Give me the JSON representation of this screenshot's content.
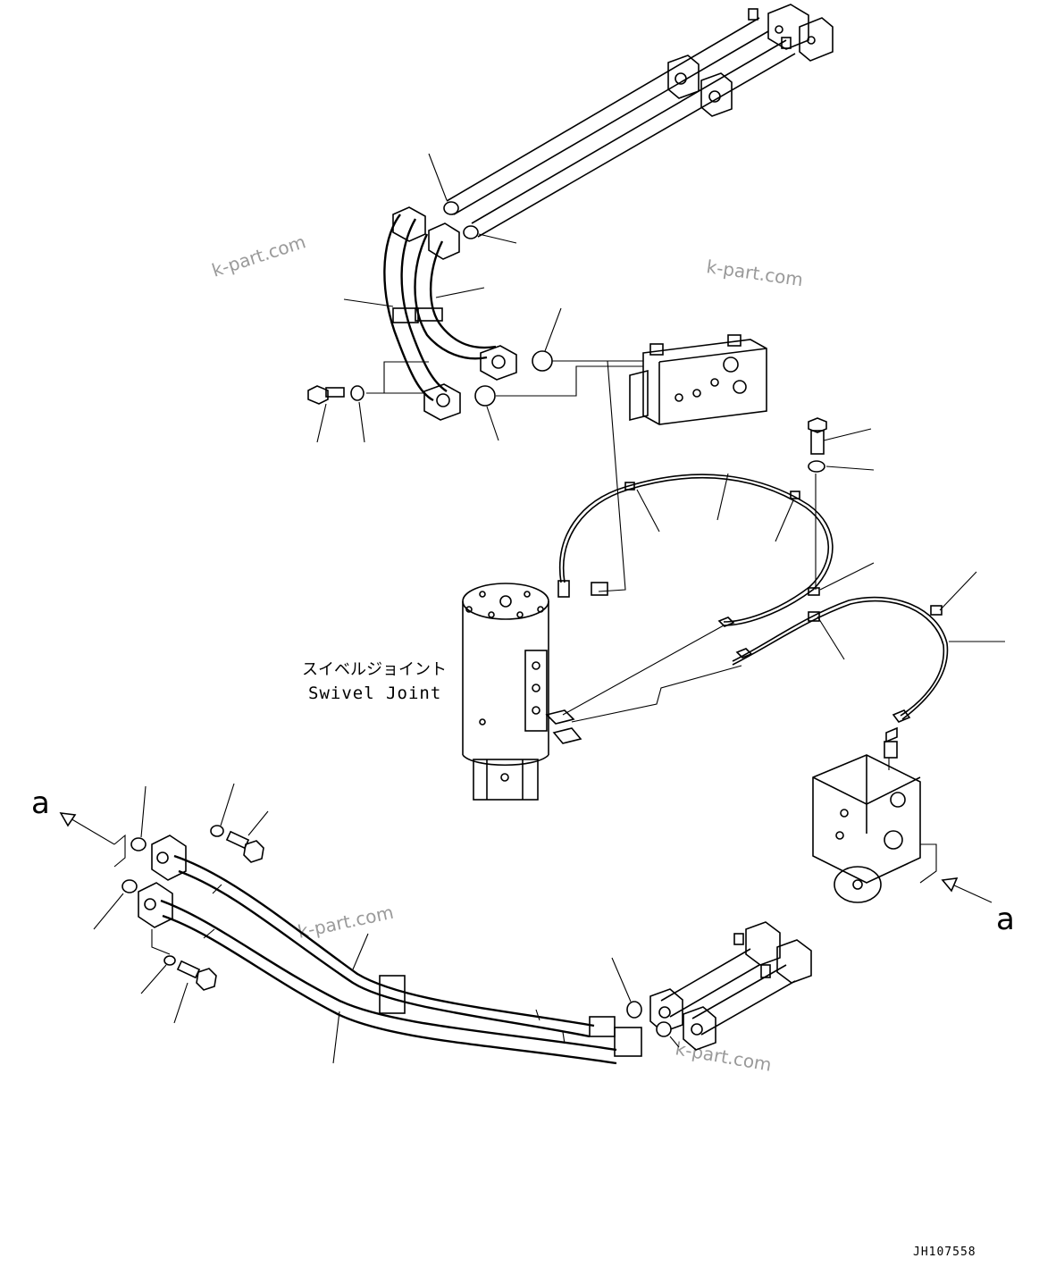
{
  "watermarks": [
    "k-part.com",
    "k-part.com",
    "k-part.com",
    "k-part.com"
  ],
  "swivel_joint_label_jp": "スイベルジョイント",
  "swivel_joint_label_en": "Swivel Joint",
  "view_marker_left": "a",
  "view_marker_right": "a",
  "drawing_code": "JH107558"
}
